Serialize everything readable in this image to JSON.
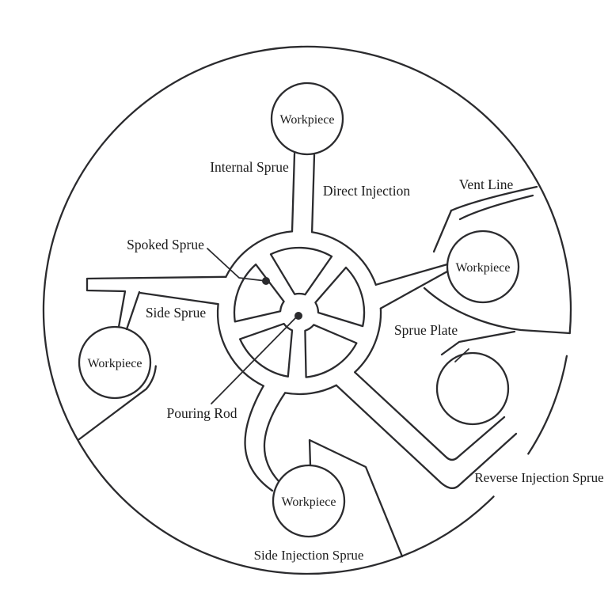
{
  "diagram": {
    "annotations": {
      "internal_sprue": "Internal Sprue",
      "direct_injection": "Direct Injection",
      "vent_line": "Vent Line",
      "spoked_sprue": "Spoked Sprue",
      "side_sprue": "Side Sprue",
      "sprue_plate": "Sprue Plate",
      "pouring_rod": "Pouring Rod",
      "reverse_injection_sprue": "Reverse Injection Sprue",
      "side_injection_sprue": "Side Injection Sprue"
    },
    "workpieces": {
      "top": "Workpiece",
      "right": "Workpiece",
      "left": "Workpiece",
      "bottom": "Workpiece"
    },
    "colors": {
      "line": "#2b2b2e",
      "text": "#1c1c1c",
      "background": "#ffffff"
    }
  }
}
